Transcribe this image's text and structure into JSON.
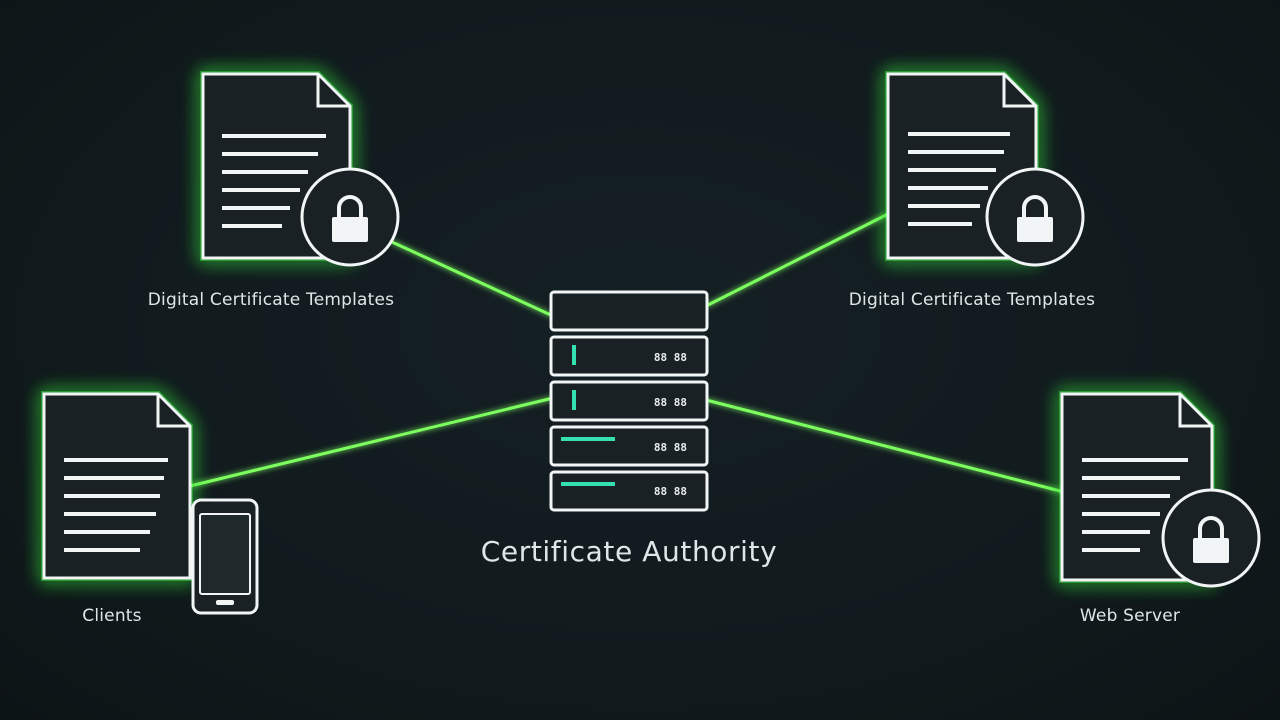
{
  "colors": {
    "background": "#111a1d",
    "glow": "#3cff45",
    "connector": "#7dff5e",
    "outline": "#f2f5f5",
    "device_fill": "#1b2326",
    "server_indicator": "#34e0b0"
  },
  "center": {
    "label": "Certificate Authority",
    "icon": "server-rack-icon",
    "units": [
      {
        "indicator": "vertical-bar",
        "code": "88 88"
      },
      {
        "indicator": "vertical-bar",
        "code": "88 88"
      },
      {
        "indicator": "horizontal-bar",
        "code": "88 88"
      },
      {
        "indicator": "horizontal-bar",
        "code": "88 88"
      }
    ]
  },
  "nodes": [
    {
      "id": "top-left",
      "label": "Digital Certificate Templates",
      "icon": "document-lock-icon"
    },
    {
      "id": "top-right",
      "label": "Digital Certificate Templates",
      "icon": "document-lock-icon"
    },
    {
      "id": "bottom-left",
      "label": "Clients",
      "icon": "document-phone-icon"
    },
    {
      "id": "bottom-right",
      "label": "Web Server",
      "icon": "document-lock-icon"
    }
  ]
}
